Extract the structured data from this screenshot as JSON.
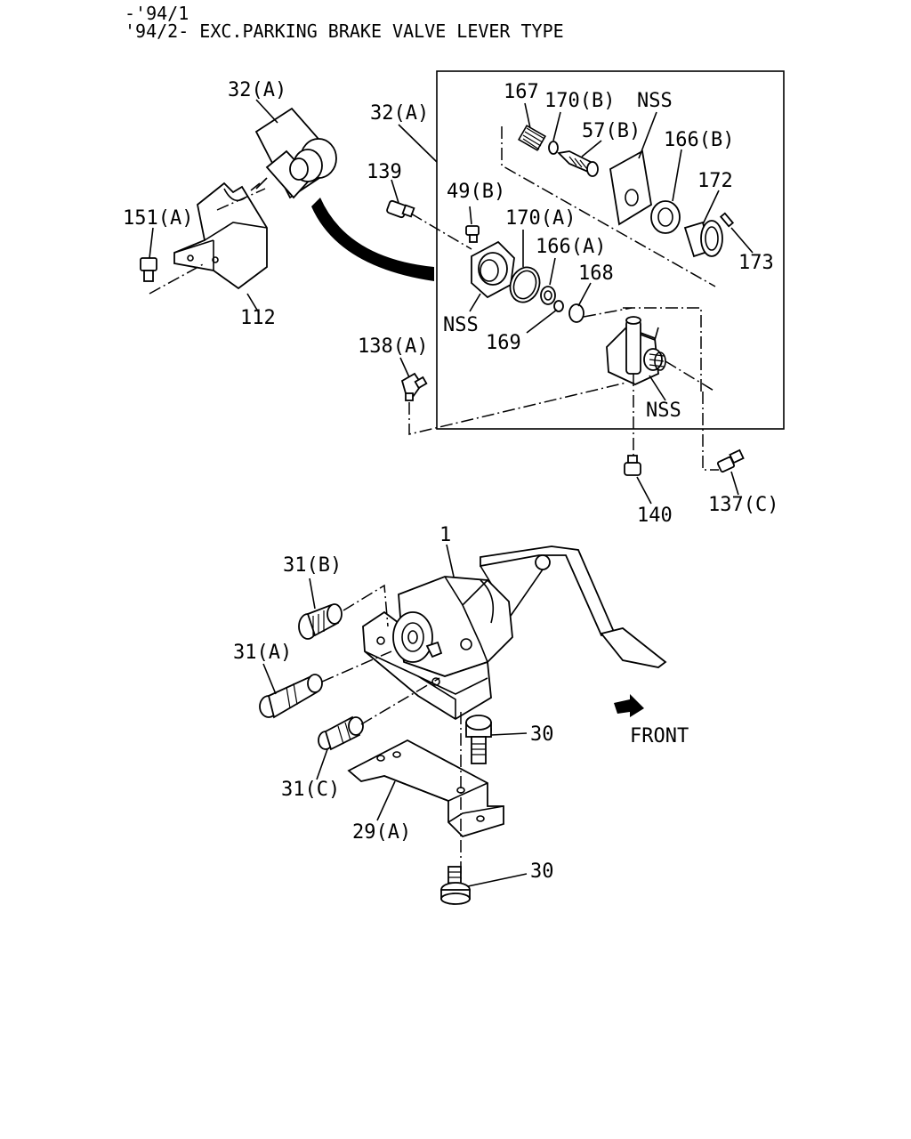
{
  "header": {
    "line1": "-'94/1",
    "line2": "'94/2- EXC.PARKING BRAKE VALVE LEVER TYPE"
  },
  "labels": {
    "l32a_top": "32(A)",
    "l32a_box": "32(A)",
    "l151a": "151(A)",
    "l112": "112",
    "l139": "139",
    "l49b": "49(B)",
    "l170a": "170(A)",
    "l166a": "166(A)",
    "l168": "168",
    "l169": "169",
    "l167": "167",
    "l170b": "170(B)",
    "l57b": "57(B)",
    "lnss1": "NSS",
    "l166b": "166(B)",
    "l172": "172",
    "l173": "173",
    "lnss2": "NSS",
    "lnss3": "NSS",
    "l138a": "138(A)",
    "l140": "140",
    "l137c": "137(C)",
    "l1": "1",
    "l31b": "31(B)",
    "l31a": "31(A)",
    "l31c": "31(C)",
    "l30a": "30",
    "l30b": "30",
    "l29a": "29(A)",
    "front": "FRONT"
  }
}
